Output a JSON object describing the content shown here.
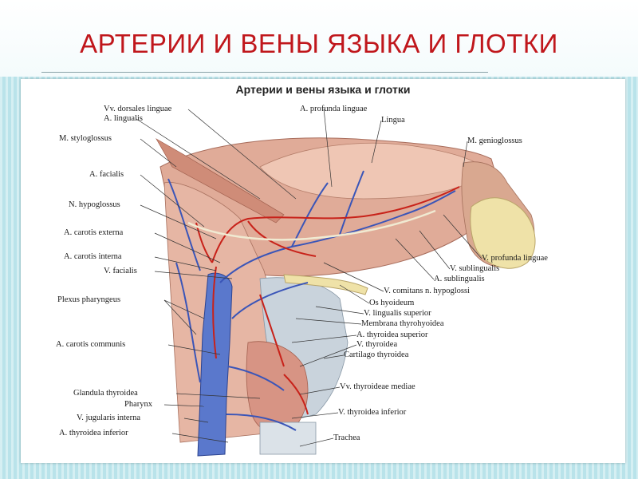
{
  "slide": {
    "title": "АРТЕРИИ И ВЕНЫ ЯЗЫКА И ГЛОТКИ"
  },
  "figure": {
    "title": "Артерии и вены языка и глотки",
    "labels": {
      "vv_dorsales_linguae": "Vv. dorsales linguae",
      "a_lingualis": "A. lingualis",
      "m_styloglossus": "M. styloglossus",
      "a_facialis": "A. facialis",
      "n_hypoglossus": "N. hypoglossus",
      "a_carotis_externa": "A. carotis externa",
      "a_carotis_interna": "A. carotis interna",
      "v_facialis": "V. facialis",
      "plexus_pharyngeus": "Plexus pharyngeus",
      "a_carotis_communis": "A. carotis communis",
      "glandula_thyroidea": "Glandula thyroidea",
      "pharynx": "Pharynx",
      "v_jugularis_interna": "V. jugularis interna",
      "a_thyroidea_inferior": "A. thyroidea inferior",
      "a_profunda_linguae": "A. profunda linguae",
      "lingua": "Lingua",
      "m_genioglossus": "M. genioglossus",
      "v_profunda_linguae": "V. profunda linguae",
      "v_sublingualis": "V. sublingualis",
      "a_sublingualis": "A. sublingualis",
      "v_comitans_n_hypoglossi": "V. comitans n. hypoglossi",
      "os_hyoideum": "Os hyoideum",
      "v_lingualis_superior": "V. lingualis superior",
      "membrana_thyrohyoidea": "Membrana thyrohyoidea",
      "a_thyroidea_superior": "A. thyroidea superior",
      "v_thyroidea": "V. thyroidea",
      "cartilago_thyroidea": "Cartilago thyroidea",
      "vv_thyroideae_mediae": "Vv. thyroideae mediae",
      "v_thyroidea_inferior": "V. thyroidea inferior",
      "trachea": "Trachea"
    }
  },
  "colors": {
    "title": "#c0171c",
    "vein": "#3a55b8",
    "artery": "#c8221a",
    "muscle": "#d89a88",
    "bone": "#efe2a8",
    "cartilage": "#c9d3dc"
  }
}
